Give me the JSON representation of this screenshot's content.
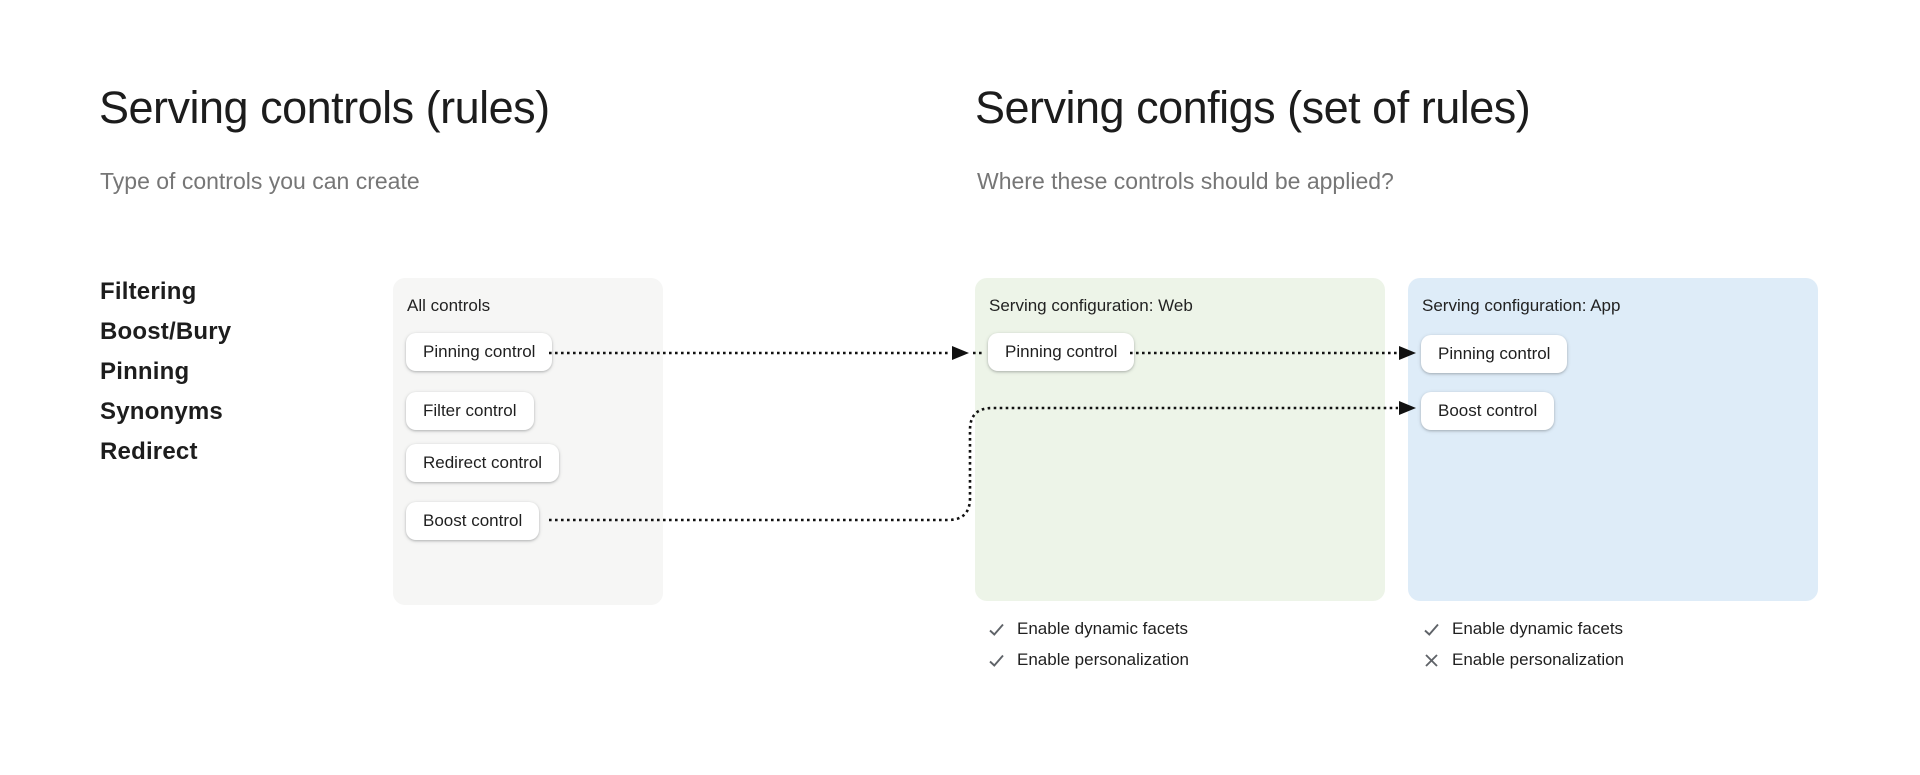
{
  "left": {
    "title": "Serving controls (rules)",
    "subtitle": "Type of controls you can create",
    "control_types": [
      "Filtering",
      "Boost/Bury",
      "Pinning",
      "Synonyms",
      "Redirect"
    ],
    "all_controls": {
      "label": "All controls",
      "controls": [
        "Pinning control",
        "Filter control",
        "Redirect control",
        "Boost control"
      ]
    }
  },
  "right": {
    "title": "Serving configs (set of rules)",
    "subtitle": "Where these controls should be applied?",
    "configs": [
      {
        "label": "Serving configuration: Web",
        "controls": [
          "Pinning control"
        ],
        "features": [
          {
            "name": "Enable dynamic facets",
            "enabled": true
          },
          {
            "name": "Enable personalization",
            "enabled": true
          }
        ]
      },
      {
        "label": "Serving configuration: App",
        "controls": [
          "Pinning control",
          "Boost control"
        ],
        "features": [
          {
            "name": "Enable dynamic facets",
            "enabled": true
          },
          {
            "name": "Enable personalization",
            "enabled": false
          }
        ]
      }
    ]
  },
  "colors": {
    "background": "#ffffff",
    "all_controls_card": "#f6f6f5",
    "web_card": "#edf4e8",
    "app_card": "#deecf8",
    "heading": "#1c1c1c",
    "subtitle": "#767676",
    "arrow": "#111111",
    "icon": "#5f6368"
  }
}
